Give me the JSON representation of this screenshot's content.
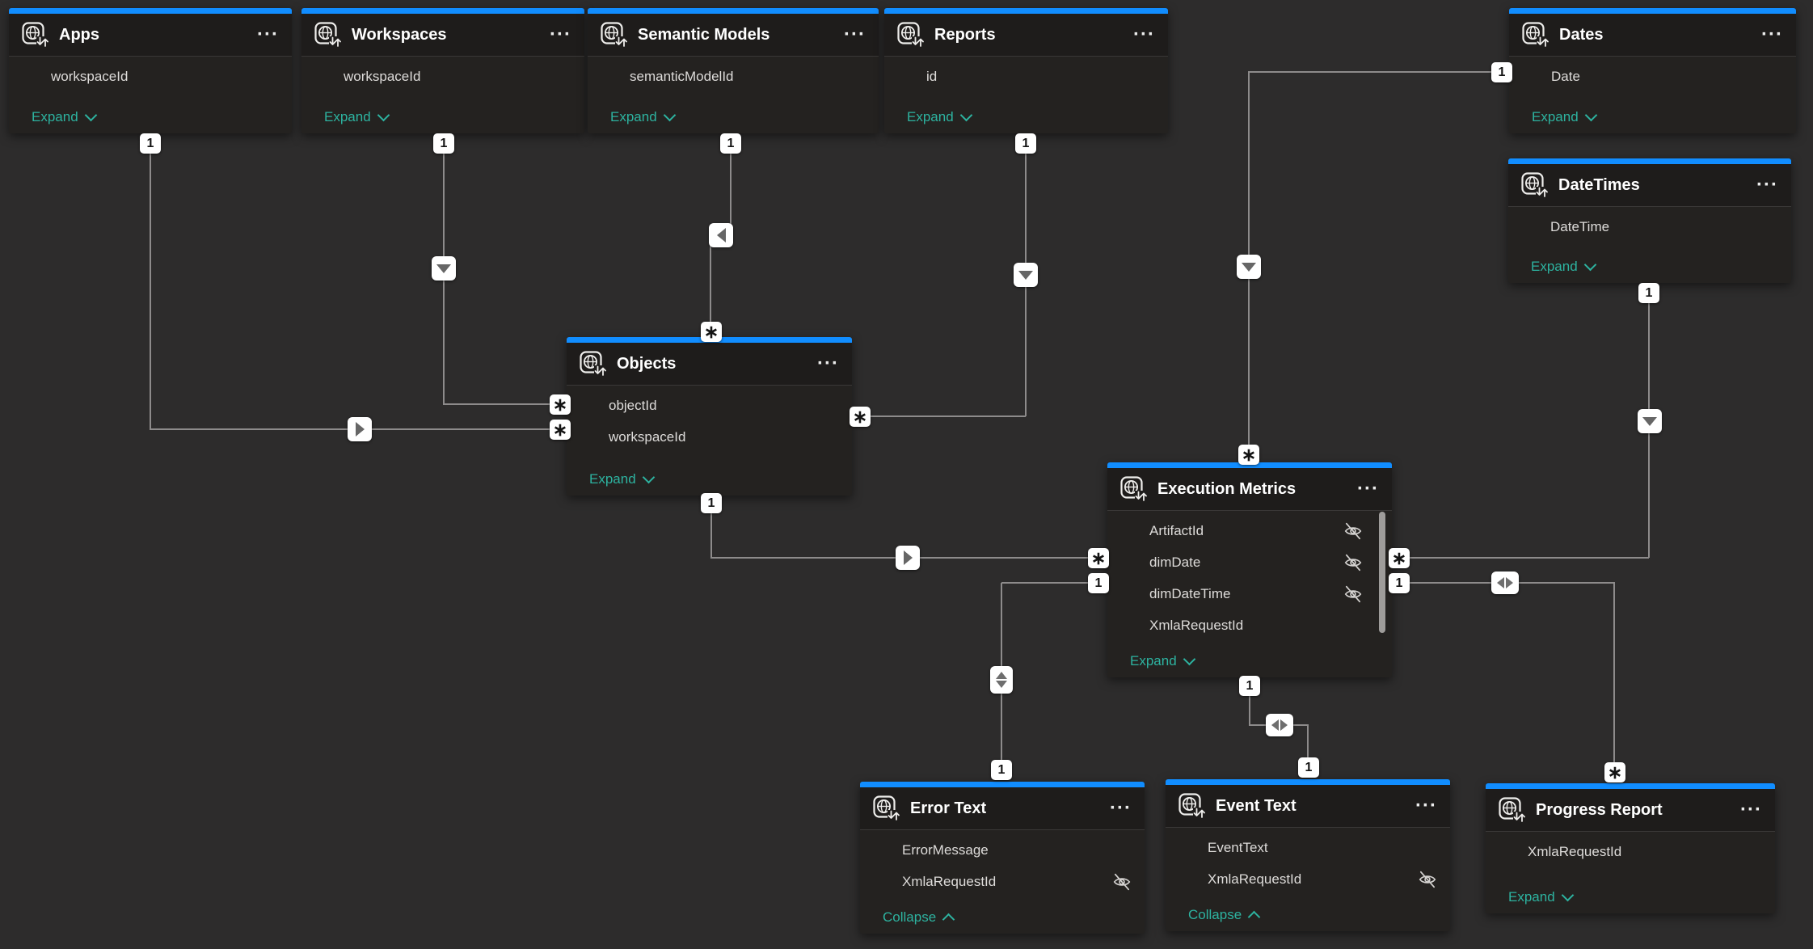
{
  "ui": {
    "more_label": "···",
    "canvas_bg": "#2d2c2c",
    "accent_blue": "#118DFF",
    "teal": "#2db3a0"
  },
  "tables": [
    {
      "name": "Apps",
      "footer_label": "Expand",
      "fields": [
        {
          "name": "workspaceId",
          "hidden": false
        }
      ]
    },
    {
      "name": "Workspaces",
      "footer_label": "Expand",
      "fields": [
        {
          "name": "workspaceId",
          "hidden": false
        }
      ]
    },
    {
      "name": "Semantic Models",
      "footer_label": "Expand",
      "fields": [
        {
          "name": "semanticModelId",
          "hidden": false
        }
      ]
    },
    {
      "name": "Reports",
      "footer_label": "Expand",
      "fields": [
        {
          "name": "id",
          "hidden": false
        }
      ]
    },
    {
      "name": "Dates",
      "footer_label": "Expand",
      "fields": [
        {
          "name": "Date",
          "hidden": false
        }
      ]
    },
    {
      "name": "DateTimes",
      "footer_label": "Expand",
      "fields": [
        {
          "name": "DateTime",
          "hidden": false
        }
      ]
    },
    {
      "name": "Objects",
      "footer_label": "Expand",
      "fields": [
        {
          "name": "objectId",
          "hidden": false
        },
        {
          "name": "workspaceId",
          "hidden": false
        }
      ]
    },
    {
      "name": "Execution Metrics",
      "footer_label": "Expand",
      "fields": [
        {
          "name": "ArtifactId",
          "hidden": true
        },
        {
          "name": "dimDate",
          "hidden": true
        },
        {
          "name": "dimDateTime",
          "hidden": true
        },
        {
          "name": "XmlaRequestId",
          "hidden": false
        }
      ]
    },
    {
      "name": "Error Text",
      "footer_label": "Collapse",
      "fields": [
        {
          "name": "ErrorMessage",
          "hidden": false
        },
        {
          "name": "XmlaRequestId",
          "hidden": true
        }
      ]
    },
    {
      "name": "Event Text",
      "footer_label": "Collapse",
      "fields": [
        {
          "name": "EventText",
          "hidden": false
        },
        {
          "name": "XmlaRequestId",
          "hidden": true
        }
      ]
    },
    {
      "name": "Progress Report",
      "footer_label": "Expand",
      "fields": [
        {
          "name": "XmlaRequestId",
          "hidden": false
        }
      ]
    }
  ],
  "relationships": [
    {
      "from": "Workspaces",
      "to": "Objects",
      "from_card": "1",
      "to_card": "∗",
      "filter_direction": "down"
    },
    {
      "from": "Apps",
      "to": "Objects",
      "from_card": "1",
      "to_card": "∗",
      "filter_direction": "right"
    },
    {
      "from": "Semantic Models",
      "to": "Objects",
      "from_card": "1",
      "to_card": "∗",
      "filter_direction": "left"
    },
    {
      "from": "Reports",
      "to": "Objects",
      "from_card": "1",
      "to_card": "∗",
      "filter_direction": "down"
    },
    {
      "from": "Objects",
      "to": "Execution Metrics",
      "from_card": "1",
      "to_card": "∗",
      "filter_direction": "right"
    },
    {
      "from": "Dates",
      "to": "Execution Metrics",
      "from_card": "1",
      "to_card": "∗",
      "filter_direction": "down"
    },
    {
      "from": "DateTimes",
      "to": "Execution Metrics",
      "from_card": "1",
      "to_card": "∗",
      "filter_direction": "down"
    },
    {
      "from": "Execution Metrics",
      "to": "Error Text",
      "from_card": "1",
      "to_card": "1",
      "filter_direction": "both"
    },
    {
      "from": "Execution Metrics",
      "to": "Event Text",
      "from_card": "1",
      "to_card": "1",
      "filter_direction": "both"
    },
    {
      "from": "Execution Metrics",
      "to": "Progress Report",
      "from_card": "1",
      "to_card": "∗",
      "filter_direction": "both"
    }
  ]
}
